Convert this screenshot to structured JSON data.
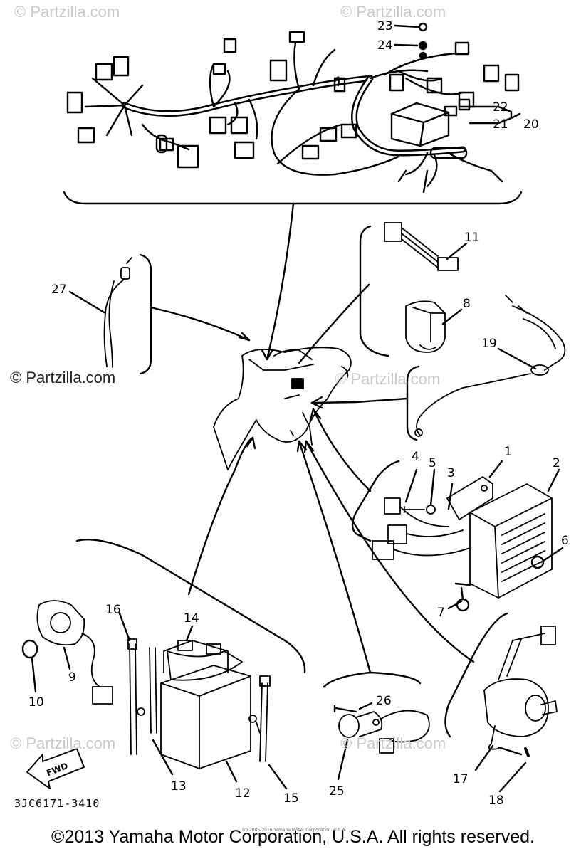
{
  "watermarks": {
    "top_left": "© Partzilla.com",
    "top_right": "© Partzilla.com",
    "middle_left": "© Partzilla.com",
    "middle_right": "© Partzilla.com",
    "bottom_left": "© Partzilla.com",
    "bottom_right": "© Partzilla.com"
  },
  "callouts": [
    "1",
    "2",
    "3",
    "4",
    "5",
    "6",
    "7",
    "8",
    "9",
    "10",
    "11",
    "12",
    "13",
    "14",
    "15",
    "16",
    "17",
    "18",
    "19",
    "20",
    "21",
    "22",
    "23",
    "24",
    "25",
    "26",
    "27"
  ],
  "fwd_label": "FWD",
  "diagram_code": "3JC6171-3410",
  "tiny_copyright": "(c) 2005-2016 Yamaha Motor Corporation, U.S.A.",
  "footer": "©2013 Yamaha Motor Corporation, U.S.A. All rights reserved."
}
